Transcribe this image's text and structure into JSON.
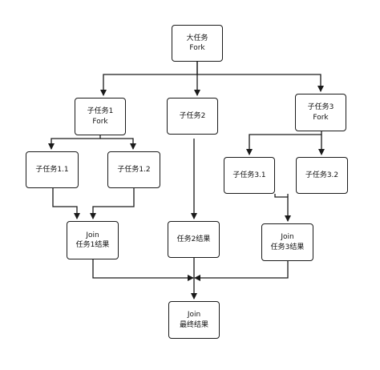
{
  "colors": {
    "stroke": "#1a1a1a",
    "background": "#ffffff",
    "text": "#111111"
  },
  "nodes": {
    "main": {
      "line1": "大任务",
      "line2": "Fork"
    },
    "sub1": {
      "line1": "子任务1",
      "line2": "Fork"
    },
    "sub2": {
      "line1": "子任务2"
    },
    "sub3": {
      "line1": "子任务3",
      "line2": "Fork"
    },
    "sub1_1": {
      "line1": "子任务1.1"
    },
    "sub1_2": {
      "line1": "子任务1.2"
    },
    "sub3_1": {
      "line1": "子任务3.1"
    },
    "sub3_2": {
      "line1": "子任务3.2"
    },
    "join1": {
      "line1": "Join",
      "line2": "任务1结果"
    },
    "result2": {
      "line1": "任务2结果"
    },
    "join3": {
      "line1": "Join",
      "line2": "任务3结果"
    },
    "final": {
      "line1": "Join",
      "line2": "最终结果"
    }
  }
}
